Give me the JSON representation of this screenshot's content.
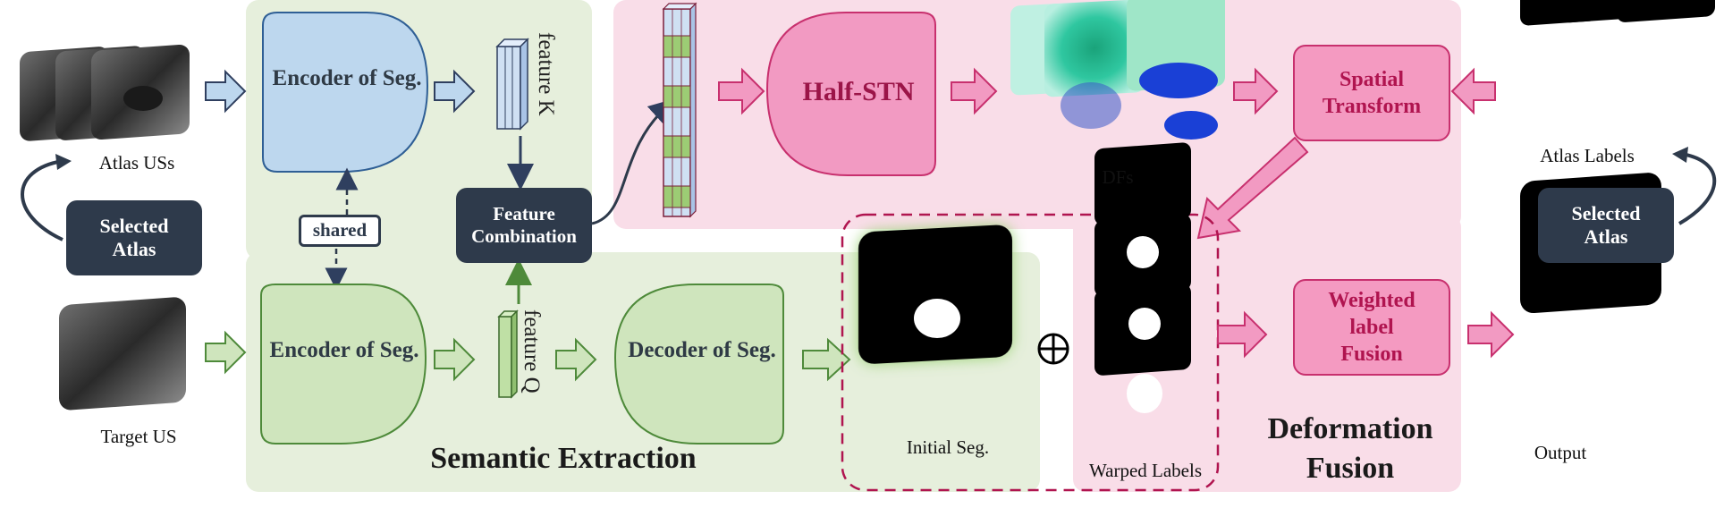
{
  "atlas_uss_label": "Atlas USs",
  "selected_atlas_left": "Selected Atlas",
  "target_us_label": "Target US",
  "encoder_top": "Encoder of Seg.",
  "encoder_bottom": "Encoder of Seg.",
  "shared_label": "shared",
  "feature_k": "feature K",
  "feature_q": "feature Q",
  "feature_combination": "Feature Combination",
  "decoder": "Decoder of Seg.",
  "half_stn": "Half-STN",
  "dfs_label": "DFs",
  "spatial_transform": "Spatial Transform",
  "atlas_labels": "Atlas Labels",
  "selected_atlas_right": "Selected Atlas",
  "initial_seg": "Initial Seg.",
  "warped_labels": "Warped Labels",
  "weighted_label_fusion": "Weighted label Fusion",
  "output_label": "Output",
  "semantic_extraction": "Semantic Extraction",
  "deformation_fusion": "Deformation Fusion",
  "oplus": "⊕",
  "colors": {
    "green_region": "#e6efdc",
    "pink_region": "#f9dde8",
    "blue_blob": "#bdd7ee",
    "green_blob": "#cfe5bd",
    "pink_blob": "#f29ac2",
    "dark_box": "#2e3a4b",
    "pink_box": "#f49ac1"
  }
}
